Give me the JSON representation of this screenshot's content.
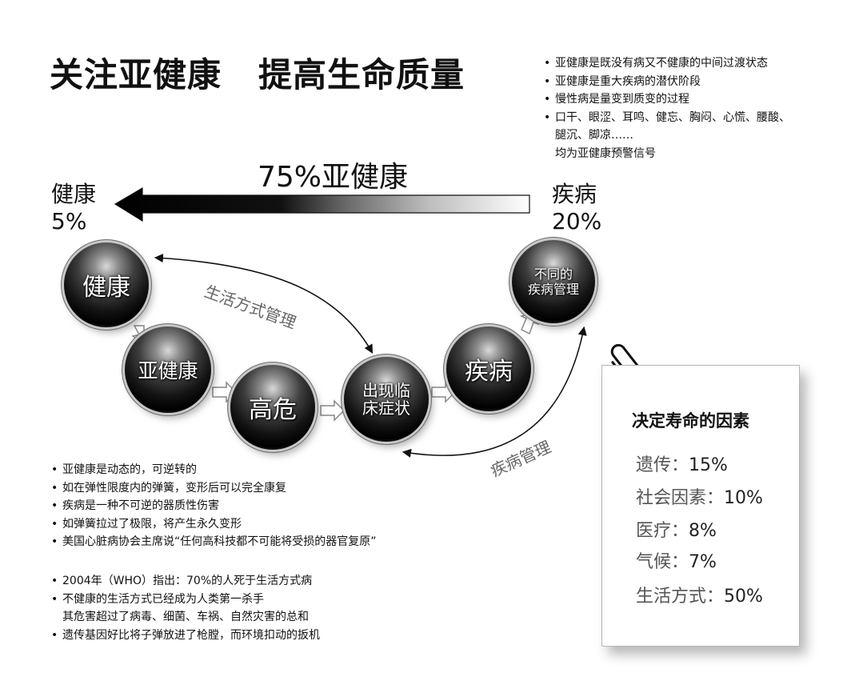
{
  "title": {
    "part1": "关注亚健康",
    "part2": "提高生命质量"
  },
  "top_notes": [
    {
      "text": "亚健康是既没有病又不健康的中间过渡状态",
      "continuation": false
    },
    {
      "text": "亚健康是重大疾病的潜伏阶段",
      "continuation": false
    },
    {
      "text": "慢性病是量变到质变的过程",
      "continuation": false
    },
    {
      "text": "口干、眼涩、耳鸣、健忘、胸闷、心慌、腰酸、",
      "continuation": false
    },
    {
      "text": "腿沉、脚凉……",
      "continuation": true
    },
    {
      "text": "均为亚健康预警信号",
      "continuation": true
    }
  ],
  "bar": {
    "title": "75%亚健康"
  },
  "left_pole": {
    "label": "健康",
    "percent": "5%"
  },
  "right_pole": {
    "label": "疾病",
    "percent": "20%"
  },
  "stages": {
    "health": "健康",
    "subhealth": "亚健康",
    "highrisk": "高危",
    "clinical": "出现临\n床症状",
    "disease": "疾病",
    "diff_mgmt": "不同的\n疾病管理"
  },
  "arrow_labels": {
    "lifestyle": "生活方式管理",
    "disease_mgmt": "疾病管理"
  },
  "notes1": [
    "亚健康是动态的，可逆转的",
    "如在弹性限度内的弹簧，变形后可以完全康复",
    "疾病是一种不可逆的器质性伤害",
    "如弹簧拉过了极限，将产生永久变形",
    "美国心脏病协会主席说“任何高科技都不可能将受损的器官复原”"
  ],
  "notes2": [
    {
      "text": "2004年（WHO）指出：70%的人死于生活方式病",
      "continuation": false
    },
    {
      "text": "不健康的生活方式已经成为人类第一杀手",
      "continuation": false
    },
    {
      "text": "其危害超过了病毒、细菌、车祸、自然灾害的总和",
      "continuation": true
    },
    {
      "text": "遗传基因好比将子弹放进了枪膛，而环境扣动的扳机",
      "continuation": false
    }
  ],
  "card": {
    "title": "决定寿命的因素",
    "factors": [
      {
        "label": "遗传：",
        "value": "15%"
      },
      {
        "label": "社会因素：",
        "value": "10%"
      },
      {
        "label": "医疗：",
        "value": "8%"
      },
      {
        "label": "气候：",
        "value": "7%"
      },
      {
        "label": "生活方式：",
        "value": "50%"
      }
    ]
  },
  "icons": {
    "paperclip": "paperclip-icon"
  }
}
